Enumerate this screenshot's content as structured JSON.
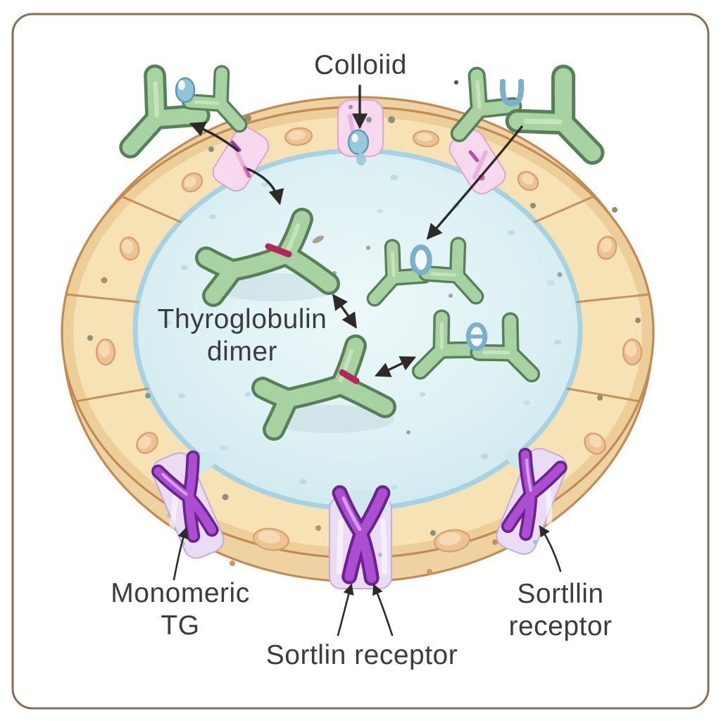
{
  "labels": {
    "colloid": "Colloiid",
    "thyroglobulin_dimer": "Thyroglobulin\ndimer",
    "monomeric_tg": "Monomeric\nTG",
    "sortlin_receptor_bottom": "Sortlin receptor",
    "sortlin_receptor_right": "Sortllin\nreceptor"
  },
  "palette": {
    "background": "#FFFFFF",
    "frame_brown": "#8A6E54",
    "cell_fill": "#F7E2B6",
    "cell_outer": "#EDCD98",
    "cell_front": "#EFD2A2",
    "cell_stroke": "#C08B54",
    "nucleus_fill": "#EDC394",
    "nucleus_stroke": "#D6A06C",
    "nucleus_core": "#F6DCB8",
    "colloid_center": "#EDF8F8",
    "colloid_edge": "#CDE8EF",
    "colloid_rim": "#A6D2E2",
    "channel_pink": "#F6D9EE",
    "channel_lavender": "#EADCF4",
    "receptor_purple": "#AB4FD0",
    "receptor_outline": "#6B2390",
    "molecule_green": "#A8D2A2",
    "molecule_outline": "#567F5A",
    "molecule_highlight": "#CBE6C3",
    "dimer_band_red": "#B5275B",
    "droplet_blue": "#97C9DC",
    "droplet_outline": "#5E96B4",
    "glyph_blue": "#7BB0CC",
    "arrow_black": "#2E2A28",
    "text_color": "#3C3C3C"
  }
}
